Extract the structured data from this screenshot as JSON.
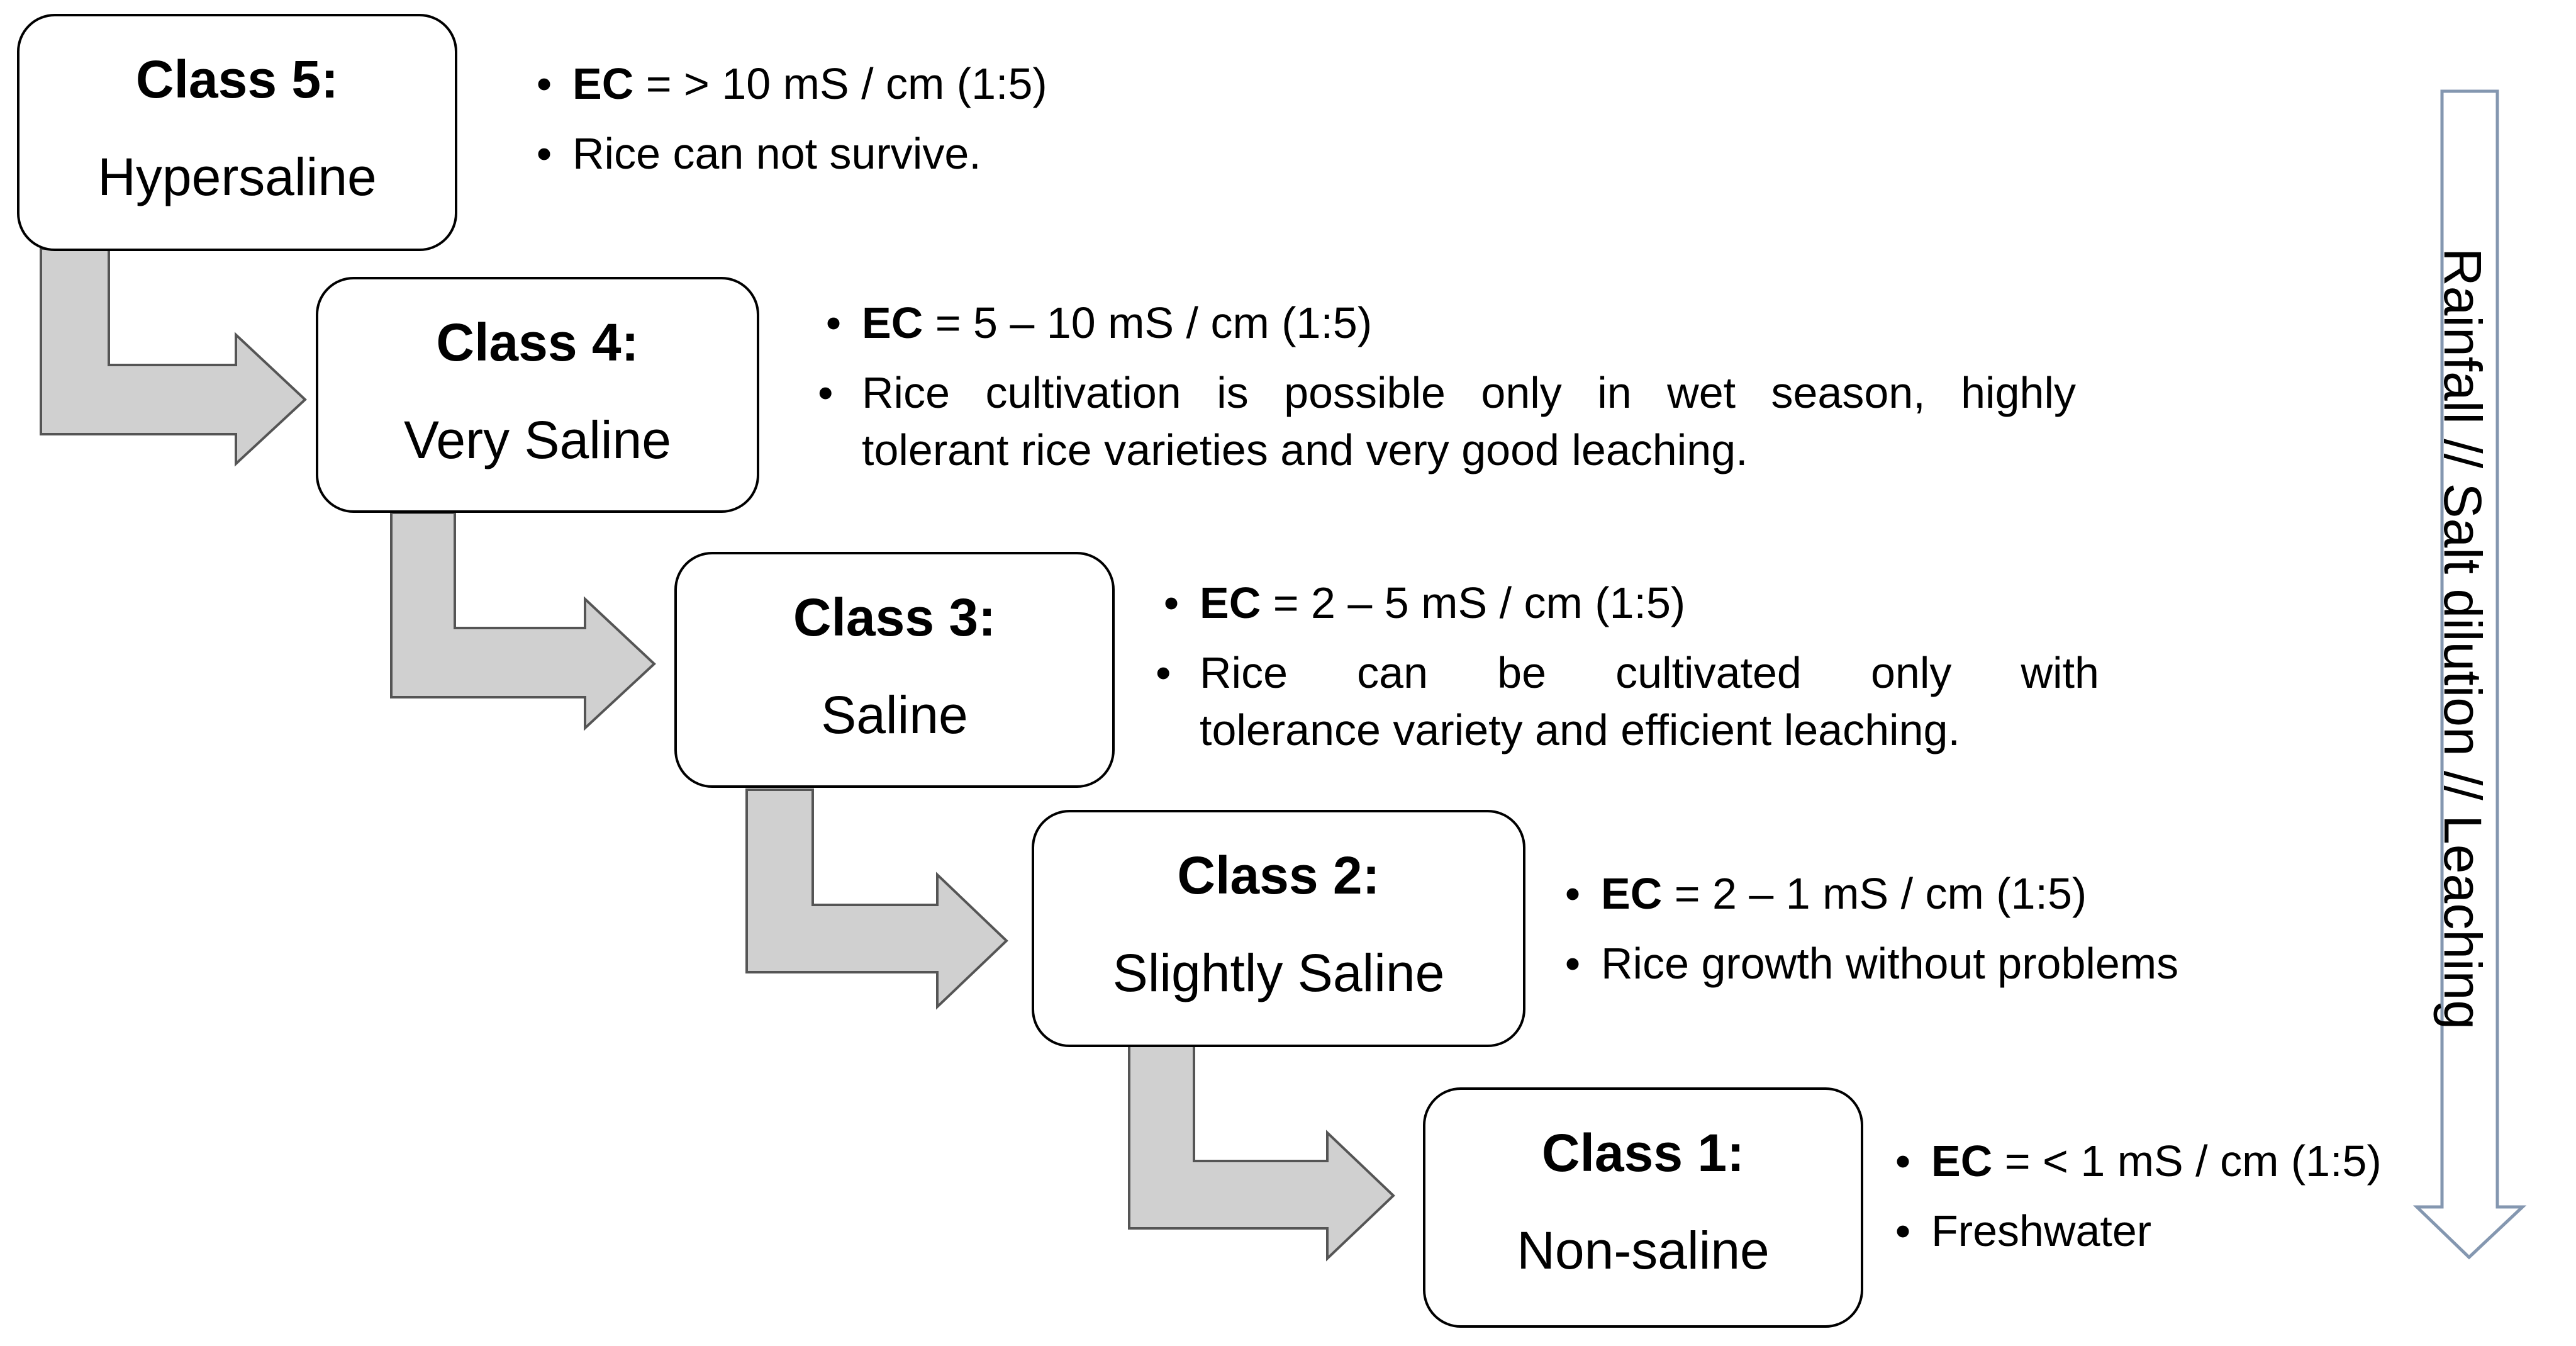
{
  "diagram": {
    "classes": [
      {
        "title": "Class 5:",
        "name": "Hypersaline",
        "ec_label": "EC",
        "ec_value": " = > 10 mS / cm (1:5)",
        "note_lines": [
          "Rice can not survive."
        ]
      },
      {
        "title": "Class 4:",
        "name": "Very Saline",
        "ec_label": "EC",
        "ec_value": " = 5 – 10 mS / cm (1:5)",
        "note_lines": [
          "Rice cultivation is possible only in wet season, highly",
          "tolerant rice varieties and very good leaching."
        ]
      },
      {
        "title": "Class 3:",
        "name": "Saline",
        "ec_label": "EC",
        "ec_value": " = 2 – 5 mS / cm (1:5)",
        "note_lines": [
          "Rice can be cultivated only with",
          "tolerance variety and efficient leaching."
        ]
      },
      {
        "title": "Class 2:",
        "name": "Slightly Saline",
        "ec_label": "EC",
        "ec_value": " = 2 – 1 mS / cm (1:5)",
        "note_lines": [
          "Rice growth without problems"
        ]
      },
      {
        "title": "Class 1:",
        "name": "Non-saline",
        "ec_label": "EC",
        "ec_value": " = < 1 mS / cm (1:5)",
        "note_lines": [
          "Freshwater"
        ]
      }
    ],
    "side_arrow_label": "Rainfall // Salt dilution // Leaching",
    "bullet_glyph": "•",
    "colors": {
      "step_arrow_fill": "#d0d0d0",
      "step_arrow_stroke": "#555555",
      "side_arrow_stroke": "#8497b0",
      "box_border": "#000000"
    }
  }
}
